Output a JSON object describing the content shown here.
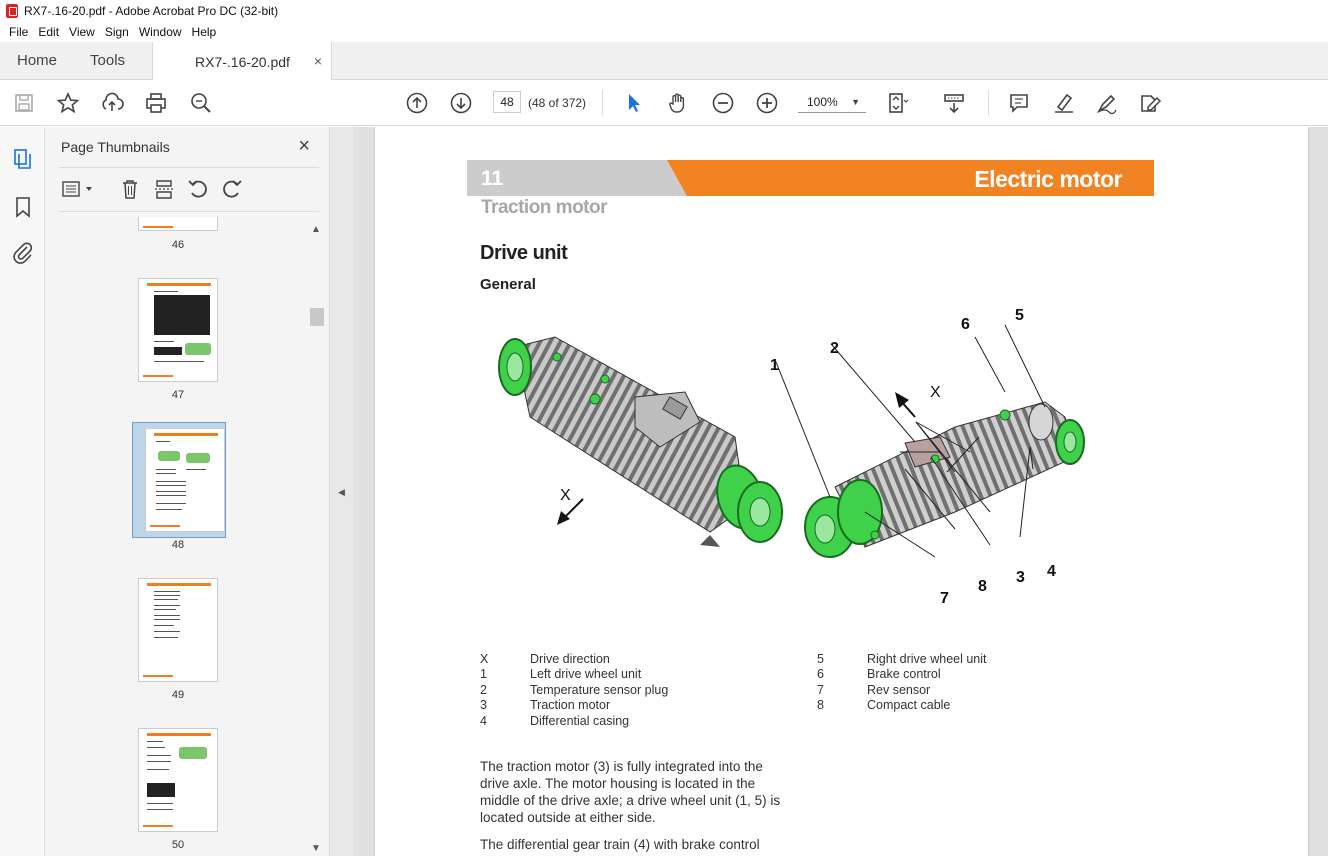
{
  "window": {
    "title": "RX7-.16-20.pdf - Adobe Acrobat Pro DC (32-bit)"
  },
  "menu": [
    "File",
    "Edit",
    "View",
    "Sign",
    "Window",
    "Help"
  ],
  "tabs": {
    "home": "Home",
    "tools": "Tools",
    "document": "RX7-.16-20.pdf",
    "close": "×"
  },
  "toolbar": {
    "page_number": "48",
    "page_count": "(48 of 372)",
    "zoom": "100%"
  },
  "thumbnails": {
    "title": "Page Thumbnails",
    "close": "×",
    "pages": [
      "46",
      "47",
      "48",
      "49",
      "50"
    ],
    "selected": "48"
  },
  "document": {
    "chapter_number": "11",
    "chapter_title": "Electric motor",
    "section": "Traction motor",
    "heading": "Drive unit",
    "subheading": "General",
    "callouts": [
      "1",
      "2",
      "3",
      "4",
      "5",
      "6",
      "7",
      "8",
      "X",
      "X"
    ],
    "legend_left": [
      {
        "key": "X",
        "label": "Drive direction"
      },
      {
        "key": "1",
        "label": "Left drive wheel unit"
      },
      {
        "key": "2",
        "label": "Temperature sensor plug"
      },
      {
        "key": "3",
        "label": "Traction motor"
      },
      {
        "key": "4",
        "label": "Differential casing"
      }
    ],
    "legend_right": [
      {
        "key": "5",
        "label": "Right drive wheel unit"
      },
      {
        "key": "6",
        "label": "Brake control"
      },
      {
        "key": "7",
        "label": "Rev sensor"
      },
      {
        "key": "8",
        "label": "Compact cable"
      }
    ],
    "paragraph1": "The traction motor (3) is fully integrated into the drive axle.  The motor housing is located in the middle of the drive axle; a drive wheel unit (1, 5) is located outside at either side.",
    "paragraph2": "The differential gear train (4) with brake control"
  },
  "colors": {
    "accent_orange": "#f28323",
    "chapter_grey": "#cccccc",
    "motor_green": "#3fd14a",
    "acrobat_red": "#d9261c"
  },
  "icons": {
    "toolbar": [
      "save-icon",
      "star-icon",
      "upload-icon",
      "print-icon",
      "zoom-search-icon",
      "page-up-icon",
      "page-down-icon",
      "select-cursor-icon",
      "hand-icon",
      "zoom-out-icon",
      "zoom-in-icon",
      "page-fit-icon",
      "scroll-mode-icon",
      "comment-icon",
      "highlight-icon",
      "sign-icon",
      "fill-sign-icon"
    ],
    "rail": [
      "pages-icon",
      "bookmark-icon",
      "attachment-icon"
    ]
  }
}
